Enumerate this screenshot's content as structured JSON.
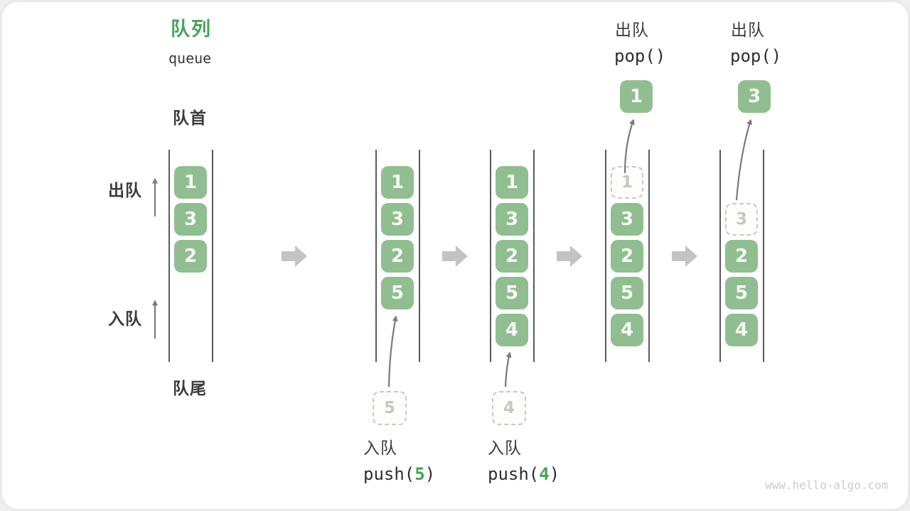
{
  "title": {
    "zh": "队列",
    "en": "queue"
  },
  "labels": {
    "front": "队首",
    "rear": "队尾",
    "dequeue_side": "出队",
    "enqueue_side": "入队"
  },
  "ops": {
    "push5": {
      "label": "入队",
      "fn": "push(",
      "arg": "5",
      "close": ")"
    },
    "push4": {
      "label": "入队",
      "fn": "push(",
      "arg": "4",
      "close": ")"
    },
    "pop_first": {
      "label": "出队",
      "code": "pop()"
    },
    "pop_second": {
      "label": "出队",
      "code": "pop()"
    }
  },
  "states": [
    {
      "boxes": [
        {
          "v": "1",
          "style": "solid"
        },
        {
          "v": "3",
          "style": "solid"
        },
        {
          "v": "2",
          "style": "solid"
        }
      ]
    },
    {
      "boxes": [
        {
          "v": "1",
          "style": "solid"
        },
        {
          "v": "3",
          "style": "solid"
        },
        {
          "v": "2",
          "style": "solid"
        },
        {
          "v": "5",
          "style": "solid"
        }
      ],
      "staging": {
        "v": "5"
      }
    },
    {
      "boxes": [
        {
          "v": "1",
          "style": "solid"
        },
        {
          "v": "3",
          "style": "solid"
        },
        {
          "v": "2",
          "style": "solid"
        },
        {
          "v": "5",
          "style": "solid"
        },
        {
          "v": "4",
          "style": "solid"
        }
      ],
      "staging": {
        "v": "4"
      }
    },
    {
      "boxes": [
        {
          "v": "1",
          "style": "dashed"
        },
        {
          "v": "3",
          "style": "solid"
        },
        {
          "v": "2",
          "style": "solid"
        },
        {
          "v": "5",
          "style": "solid"
        },
        {
          "v": "4",
          "style": "solid"
        }
      ],
      "popped": {
        "v": "1"
      }
    },
    {
      "boxes": [
        {
          "v": "3",
          "style": "dashed"
        },
        {
          "v": "2",
          "style": "solid"
        },
        {
          "v": "5",
          "style": "solid"
        },
        {
          "v": "4",
          "style": "solid"
        }
      ],
      "popped": {
        "v": "3"
      }
    }
  ],
  "watermark": "www.hello-algo.com",
  "colors": {
    "accent_green": "#46A456",
    "box_green": "#90BE90",
    "box_text": "#F7F9F4",
    "ghost_border": "#C9C9C9",
    "ghost_text": "#C6C6C6",
    "rail_gray": "#5A5A5A",
    "text_dark": "#3A3A3A",
    "block_arrow_gray": "#C3C3C3",
    "thin_arrow_gray": "#7A7A7A",
    "watermark_gray": "#CBCBCB"
  }
}
